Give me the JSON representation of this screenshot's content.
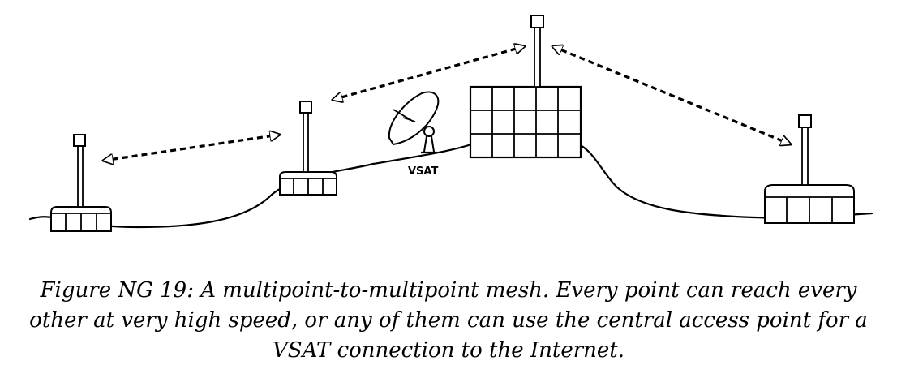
{
  "diagram": {
    "vsat_label": "VSAT",
    "caption": {
      "line1": "Figure NG 19: A multipoint-to-multipoint mesh. Every point can reach every",
      "line2": "other at very high speed, or any of them can use the central access point for a",
      "line3": "VSAT connection to the Internet."
    },
    "stroke_color": "#000000",
    "background_color": "#ffffff"
  }
}
